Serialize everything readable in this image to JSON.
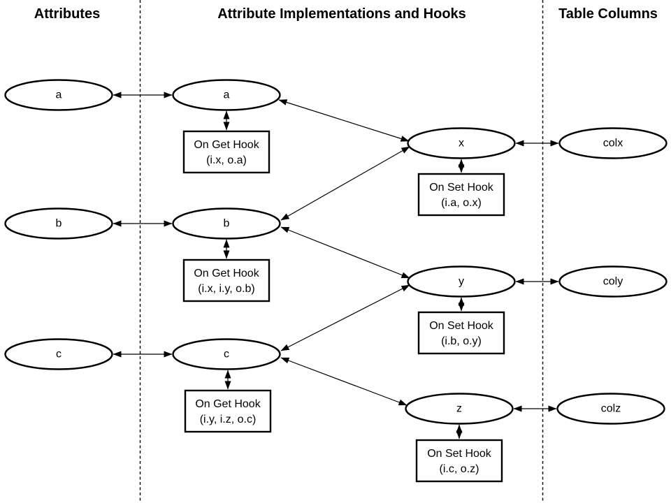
{
  "headers": {
    "left": "Attributes",
    "middle": "Attribute Implementations and Hooks",
    "right": "Table Columns"
  },
  "attributes": {
    "a": "a",
    "b": "b",
    "c": "c"
  },
  "implementations": {
    "attr_nodes": {
      "a": "a",
      "b": "b",
      "c": "c"
    },
    "col_nodes": {
      "x": "x",
      "y": "y",
      "z": "z"
    },
    "get_hooks": {
      "a": {
        "title": "On Get Hook",
        "params": "(i.x, o.a)"
      },
      "b": {
        "title": "On Get Hook",
        "params": "(i.x, i.y, o.b)"
      },
      "c": {
        "title": "On Get Hook",
        "params": "(i.y, i.z, o.c)"
      }
    },
    "set_hooks": {
      "x": {
        "title": "On Set Hook",
        "params": "(i.a, o.x)"
      },
      "y": {
        "title": "On Set Hook",
        "params": "(i.b, o.y)"
      },
      "z": {
        "title": "On Set Hook",
        "params": "(i.c, o.z)"
      }
    }
  },
  "table_columns": {
    "x": "colx",
    "y": "coly",
    "z": "colz"
  },
  "edges": [
    {
      "from": "attribute-a",
      "to": "implementation-a",
      "type": "bidirectional"
    },
    {
      "from": "attribute-b",
      "to": "implementation-b",
      "type": "bidirectional"
    },
    {
      "from": "attribute-c",
      "to": "implementation-c",
      "type": "bidirectional"
    },
    {
      "from": "implementation-a",
      "to": "on-get-hook-a",
      "type": "bidirectional"
    },
    {
      "from": "implementation-b",
      "to": "on-get-hook-b",
      "type": "bidirectional"
    },
    {
      "from": "implementation-c",
      "to": "on-get-hook-c",
      "type": "bidirectional"
    },
    {
      "from": "implementation-a",
      "to": "implementation-x",
      "type": "bidirectional"
    },
    {
      "from": "implementation-b",
      "to": "implementation-x",
      "type": "bidirectional"
    },
    {
      "from": "implementation-b",
      "to": "implementation-y",
      "type": "bidirectional"
    },
    {
      "from": "implementation-c",
      "to": "implementation-y",
      "type": "bidirectional"
    },
    {
      "from": "implementation-c",
      "to": "implementation-z",
      "type": "bidirectional"
    },
    {
      "from": "implementation-x",
      "to": "on-set-hook-x",
      "type": "bidirectional"
    },
    {
      "from": "implementation-y",
      "to": "on-set-hook-y",
      "type": "bidirectional"
    },
    {
      "from": "implementation-z",
      "to": "on-set-hook-z",
      "type": "bidirectional"
    },
    {
      "from": "implementation-x",
      "to": "column-colx",
      "type": "bidirectional"
    },
    {
      "from": "implementation-y",
      "to": "column-coly",
      "type": "bidirectional"
    },
    {
      "from": "implementation-z",
      "to": "column-colz",
      "type": "bidirectional"
    }
  ],
  "colors": {
    "foreground": "#000000",
    "background": "#ffffff"
  }
}
